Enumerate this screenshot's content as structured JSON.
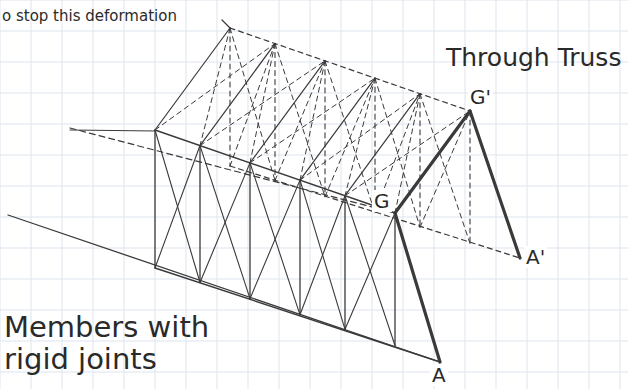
{
  "diagram": {
    "labels": [
      "o stop this deformation",
      "Through Truss",
      "G'",
      "G",
      "A'",
      "A",
      "Members with rigid joints"
    ]
  }
}
